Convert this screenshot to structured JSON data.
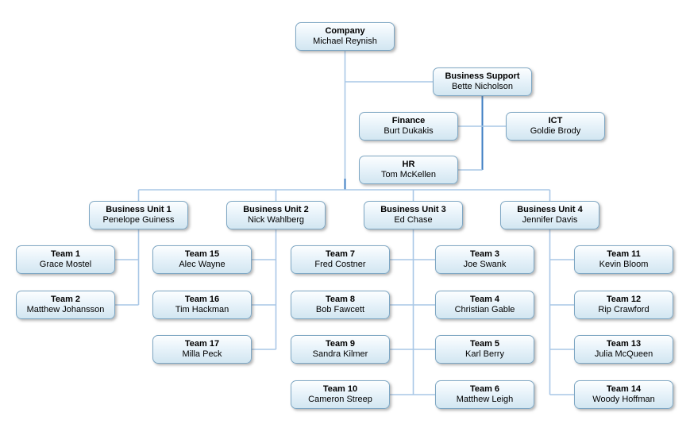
{
  "colors": {
    "background": "#ffffff",
    "connector": "#a9c7e6",
    "connector-accent": "#3d7ec3",
    "node-border": "#7da6c3",
    "node-gradient-top": "#fcfeff",
    "node-gradient-mid": "#e8f3fa",
    "node-gradient-bottom": "#d2e6f1",
    "text": "#000000"
  },
  "chart": {
    "root": {
      "title": "Company",
      "person": "Michael Reynish"
    },
    "support": {
      "business_support": {
        "title": "Business Support",
        "person": "Bette Nicholson"
      },
      "finance": {
        "title": "Finance",
        "person": "Burt Dukakis"
      },
      "ict": {
        "title": "ICT",
        "person": "Goldie Brody"
      },
      "hr": {
        "title": "HR",
        "person": "Tom McKellen"
      }
    },
    "units": {
      "bu1": {
        "title": "Business Unit 1",
        "person": "Penelope Guiness"
      },
      "bu2": {
        "title": "Business Unit 2",
        "person": "Nick Wahlberg"
      },
      "bu3": {
        "title": "Business Unit 3",
        "person": "Ed Chase"
      },
      "bu4": {
        "title": "Business Unit 4",
        "person": "Jennifer Davis"
      }
    },
    "teams": {
      "team_1": {
        "title": "Team 1",
        "person": "Grace Mostel"
      },
      "team_2": {
        "title": "Team 2",
        "person": "Matthew Johansson"
      },
      "team_3": {
        "title": "Team 3",
        "person": "Joe Swank"
      },
      "team_4": {
        "title": "Team 4",
        "person": "Christian Gable"
      },
      "team_5": {
        "title": "Team 5",
        "person": "Karl Berry"
      },
      "team_6": {
        "title": "Team 6",
        "person": "Matthew Leigh"
      },
      "team_7": {
        "title": "Team 7",
        "person": "Fred Costner"
      },
      "team_8": {
        "title": "Team 8",
        "person": "Bob Fawcett"
      },
      "team_9": {
        "title": "Team 9",
        "person": "Sandra Kilmer"
      },
      "team_10": {
        "title": "Team 10",
        "person": "Cameron Streep"
      },
      "team_11": {
        "title": "Team 11",
        "person": "Kevin Bloom"
      },
      "team_12": {
        "title": "Team 12",
        "person": "Rip Crawford"
      },
      "team_13": {
        "title": "Team 13",
        "person": "Julia McQueen"
      },
      "team_14": {
        "title": "Team 14",
        "person": "Woody Hoffman"
      },
      "team_15": {
        "title": "Team 15",
        "person": "Alec Wayne"
      },
      "team_16": {
        "title": "Team 16",
        "person": "Tim Hackman"
      },
      "team_17": {
        "title": "Team 17",
        "person": "Milla Peck"
      }
    },
    "structure": {
      "root_reports": [
        "business_support",
        "bu1",
        "bu2",
        "bu3",
        "bu4"
      ],
      "business_support_reports": [
        "finance",
        "ict",
        "hr"
      ],
      "bu1_teams": [
        "team_1",
        "team_2"
      ],
      "bu2_teams": [
        "team_15",
        "team_16",
        "team_17"
      ],
      "bu3_teams": [
        "team_7",
        "team_8",
        "team_9",
        "team_10",
        "team_3",
        "team_4",
        "team_5",
        "team_6"
      ],
      "bu4_teams": [
        "team_11",
        "team_12",
        "team_13",
        "team_14"
      ]
    }
  }
}
